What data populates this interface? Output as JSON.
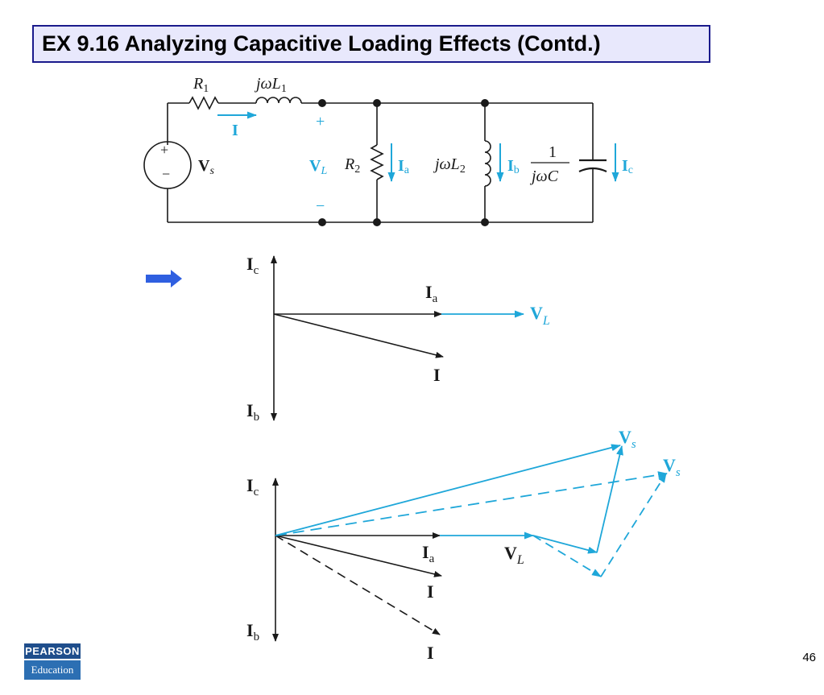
{
  "slide": {
    "title": "EX 9.16 Analyzing Capacitive Loading Effects (Contd.)",
    "page_number": "46"
  },
  "logo": {
    "line1": "PEARSON",
    "line2": "Education"
  },
  "colors": {
    "accent": "#1fa7d9",
    "black": "#1a1a1a",
    "arrow_marker": "#2f5fe0"
  },
  "circuit": {
    "labels": {
      "R": "R",
      "R1_sub": "1",
      "jwL": "jωL",
      "L1_sub": "1",
      "L2_sub": "2",
      "I": "I",
      "plus": "+",
      "minus": "−",
      "V": "V",
      "s": "s",
      "L": "L",
      "R2_sub": "2",
      "Ia_main": "I",
      "a": "a",
      "b": "b",
      "c": "c",
      "frac_num": "1",
      "frac_den": "jωC"
    }
  },
  "phasor1": {
    "I": "I",
    "c": "c",
    "b": "b",
    "a": "a",
    "V": "V",
    "L": "L"
  },
  "phasor2": {
    "I": "I",
    "c": "c",
    "b": "b",
    "a": "a",
    "V": "V",
    "L": "L",
    "s": "s"
  }
}
